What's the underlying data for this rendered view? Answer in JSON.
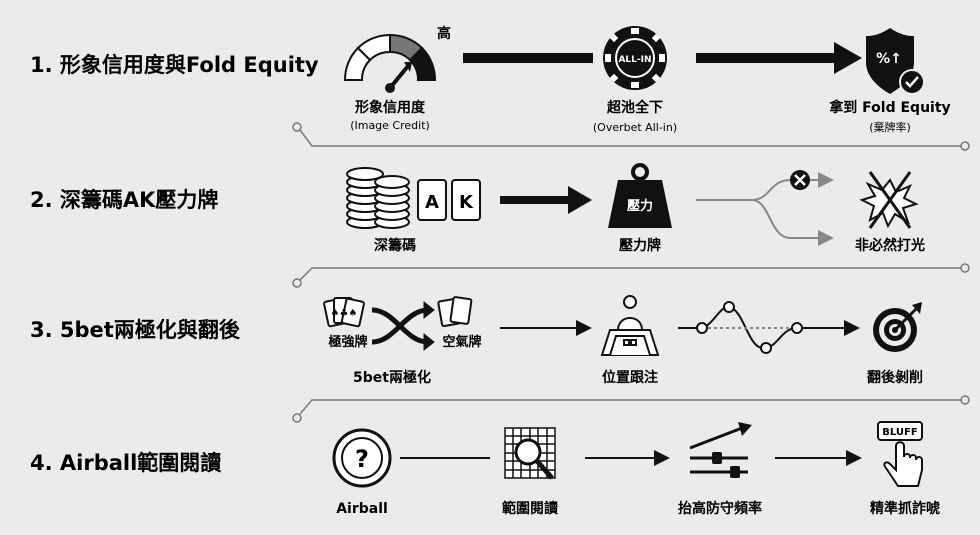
{
  "rows": [
    {
      "title": "1. 形象信用度與Fold Equity",
      "steps": [
        {
          "label": "形象信用度",
          "sub": "(Image Credit)",
          "icon": "gauge-icon",
          "marker": "高"
        },
        {
          "label": "超池全下",
          "sub": "(Overbet All-in)",
          "icon": "poker-chip-icon",
          "chip_text": "ALL-IN"
        },
        {
          "label": "拿到 Fold Equity",
          "sub": "(棄牌率)",
          "icon": "shield-icon",
          "shield_text": "%↑"
        }
      ]
    },
    {
      "title": "2. 深籌碼AK壓力牌",
      "steps": [
        {
          "label": "深籌碼",
          "icon": "chip-stack-icon",
          "cards": [
            "A",
            "K"
          ]
        },
        {
          "label": "壓力牌",
          "icon": "weight-icon",
          "weight_text": "壓力"
        },
        {
          "label": "非必然打光",
          "icon": "burst-icon"
        }
      ]
    },
    {
      "title": "3. 5bet兩極化與翻後",
      "steps": [
        {
          "label": "5bet兩極化",
          "left": "極強牌",
          "right": "空氣牌",
          "icon": "shuffle-icon"
        },
        {
          "label": "位置跟注",
          "icon": "player-at-table-icon"
        },
        {
          "label": "翻後剝削",
          "icon": "target-icon"
        }
      ]
    },
    {
      "title": "4. Airball範圍閱讀",
      "steps": [
        {
          "label": "Airball",
          "icon": "question-icon"
        },
        {
          "label": "範圍閱讀",
          "icon": "range-grid-magnifier-icon"
        },
        {
          "label": "抬高防守頻率",
          "icon": "sliders-icon"
        },
        {
          "label": "精準抓詐唬",
          "icon": "bluff-hand-icon",
          "badge": "BLUFF"
        }
      ]
    }
  ]
}
